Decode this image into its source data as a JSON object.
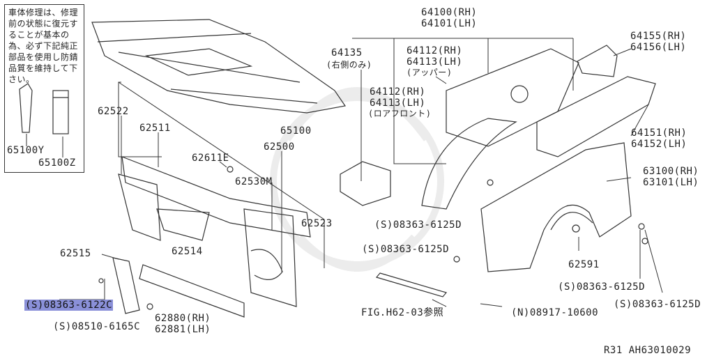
{
  "note": {
    "text": "車体修理は、修理前の状態に復元することが基本の為、必ず下記純正部品を使用し防錆品質を維持して下さい。",
    "parts": [
      "65100Y",
      "65100Z"
    ]
  },
  "labels": {
    "p62522": "62522",
    "p62511": "62511",
    "p62611E": "62611E",
    "p62500": "62500",
    "p62530M": "62530M",
    "p62523": "62523",
    "p62514": "62514",
    "p62515": "62515",
    "p65100": "65100",
    "p64135": "64135",
    "p64135_note": "(右側のみ)",
    "p64100": "64100(RH)",
    "p64101": "64101(LH)",
    "p64112_upper_rh": "64112(RH)",
    "p64113_upper_lh": "64113(LH)",
    "p64113_upper_note": "(アッパー)",
    "p64112_lower_rh": "64112(RH)",
    "p64113_lower_lh": "64113(LH)",
    "p64113_lower_note": "(ロアフロント)",
    "p64155": "64155(RH)",
    "p64156": "64156(LH)",
    "p64151": "64151(RH)",
    "p64152": "64152(LH)",
    "p63100": "63100(RH)",
    "p63101": "63101(LH)",
    "p62591": "62591",
    "p62880": "62880(RH)",
    "p62881": "62881(LH)",
    "fig_ref": "FIG.H62-03参照",
    "s_08363_6125D_a": "08363-6125D",
    "s_08363_6125D_b": "08363-6125D",
    "s_08363_6125D_c": "08363-6125D",
    "s_08363_6125D_d": "08363-6125D",
    "s_08363_6122C": "08363-6122C",
    "s_08510_6165C": "08510-6165C",
    "n_08917_10600": "08917-10600",
    "prefix_s": "S",
    "prefix_n": "N",
    "footer": "R31  AH63010029"
  },
  "colors": {
    "line": "#333333",
    "highlight": "#8a90d8",
    "watermark": "#eeeeee"
  }
}
